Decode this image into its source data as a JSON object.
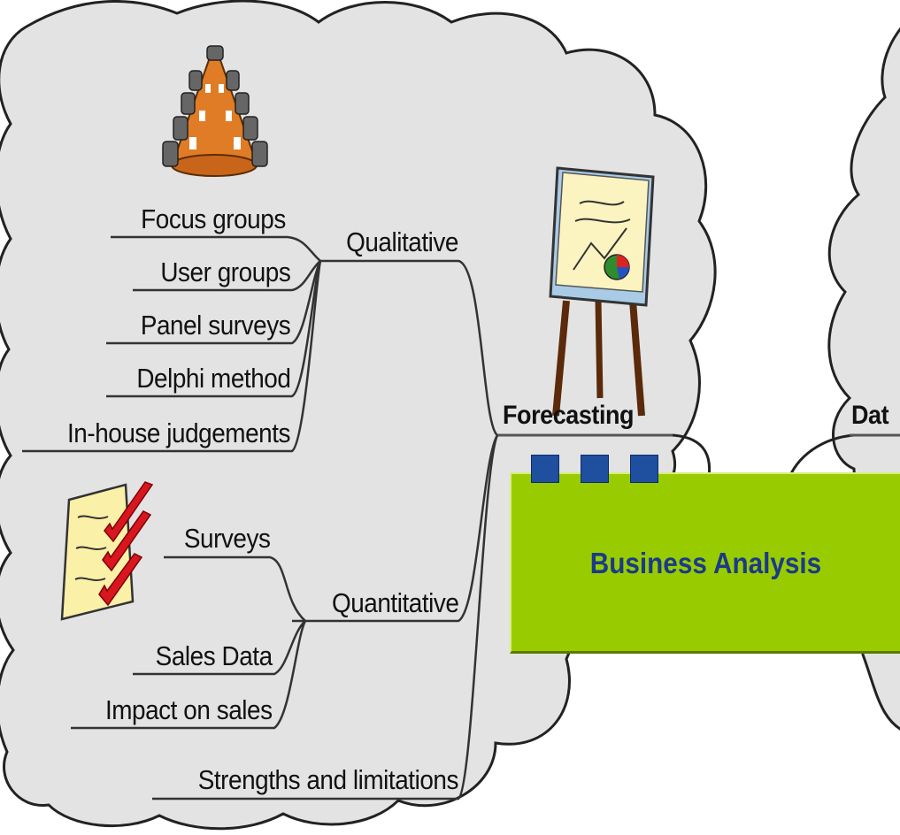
{
  "central": {
    "title": "Business Analysis",
    "color": "#99cc00"
  },
  "forecasting": {
    "label": "Forecasting"
  },
  "qualitative": {
    "label": "Qualitative",
    "items": [
      "Focus groups",
      "User groups",
      "Panel surveys",
      "Delphi method",
      "In-house judgements"
    ]
  },
  "quantitative": {
    "label": "Quantitative",
    "items": [
      "Surveys",
      "Sales Data",
      "Impact on sales"
    ]
  },
  "strengths": {
    "label": "Strengths and limitations"
  },
  "right_partial": {
    "label": "Dat"
  },
  "colors": {
    "cloud": "#e3e3e3",
    "accent_blue": "#1f4f9f",
    "text_blue": "#1a3a8a"
  },
  "icons": [
    "meeting-table-icon",
    "flipchart-easel-icon",
    "checklist-icon"
  ]
}
